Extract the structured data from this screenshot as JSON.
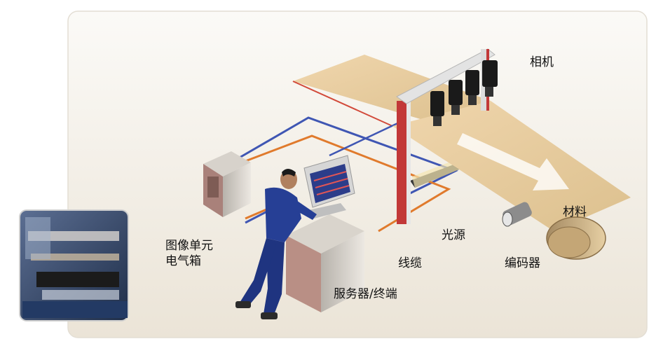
{
  "labels": {
    "camera": "相机",
    "material": "材料",
    "light_source": "光源",
    "encoder": "编码器",
    "cable": "线缆",
    "server_terminal": "服务器/终端",
    "image_unit_line1": "图像单元",
    "image_unit_line2": "电气箱"
  },
  "colors": {
    "panel_bg": "#efe9df",
    "material": "#e7cc9f",
    "cable_blue": "#3f56b3",
    "cable_orange": "#e07a2c",
    "frame_red": "#c23838",
    "frame_grey": "#d9d9d9",
    "worker_blue": "#263f95"
  }
}
